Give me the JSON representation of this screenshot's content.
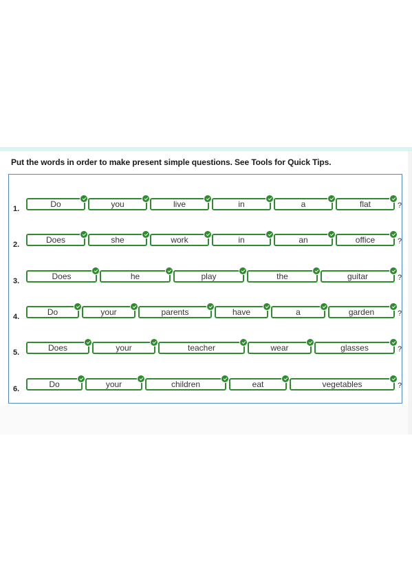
{
  "instruction": "Put the words in order to make present simple questions. See Tools for Quick Tips.",
  "rows": [
    {
      "number": "1.",
      "words": [
        "Do",
        "you",
        "live",
        "in",
        "a",
        "flat"
      ],
      "end": "?"
    },
    {
      "number": "2.",
      "words": [
        "Does",
        "she",
        "work",
        "in",
        "an",
        "office"
      ],
      "end": "?"
    },
    {
      "number": "3.",
      "words": [
        "Does",
        "he",
        "play",
        "the",
        "guitar"
      ],
      "end": "?"
    },
    {
      "number": "4.",
      "words": [
        "Do",
        "your",
        "parents",
        "have",
        "a",
        "garden"
      ],
      "end": "?"
    },
    {
      "number": "5.",
      "words": [
        "Does",
        "your",
        "teacher",
        "wear",
        "glasses"
      ],
      "end": "?"
    },
    {
      "number": "6.",
      "words": [
        "Do",
        "your",
        "children",
        "eat",
        "vegetables"
      ],
      "end": "?"
    }
  ],
  "colors": {
    "box_border": "#2e8b2e",
    "panel_border": "#4f86c6",
    "top_strip": "#dcf3f1"
  },
  "icons": {
    "correct": "check-circle-icon"
  }
}
